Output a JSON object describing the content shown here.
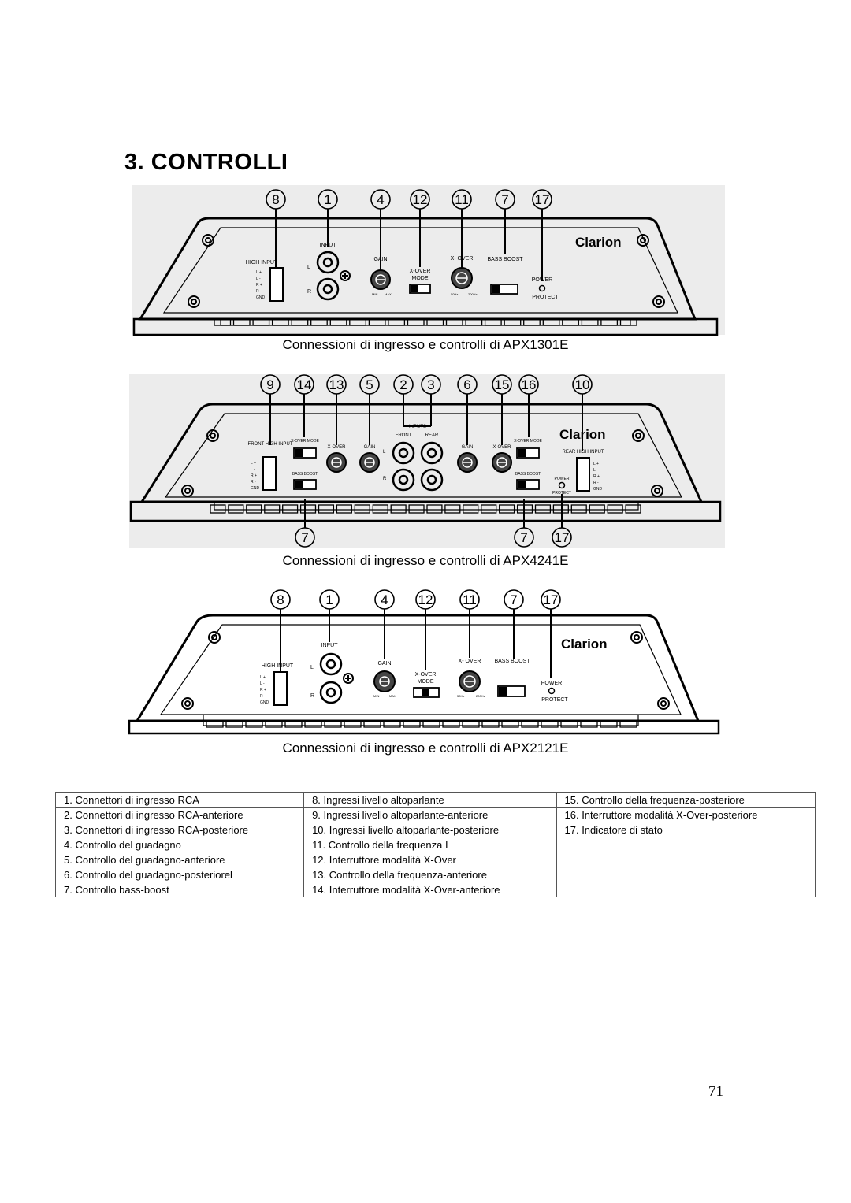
{
  "heading": "3. CONTROLLI",
  "diagrams": [
    {
      "callouts": [
        "8",
        "1",
        "4",
        "12",
        "11",
        "7",
        "17"
      ],
      "labels": {
        "high_input": "HIGH INPUT",
        "input": "INPUT",
        "gain": "GAIN",
        "xover_mode": "X-OVER",
        "mode": "MODE",
        "xover": "X- OVER",
        "bass_boost": "BASS BOOST",
        "power": "POWER",
        "protect": "PROTECT",
        "brand": "Clarion",
        "L": "L",
        "R": "R",
        "gain_min": "MIN",
        "gain_max": "MAX",
        "freq_lo": "50Hz",
        "freq_hi": "200Hz",
        "pins": [
          "L +",
          "L -",
          "R +",
          "R -",
          "GND"
        ]
      },
      "caption": "Connessioni di ingresso e controlli di APX1301E"
    },
    {
      "callouts_top": [
        "9",
        "14",
        "13",
        "5",
        "2",
        "3",
        "6",
        "15",
        "16",
        "10"
      ],
      "callouts_bottom": [
        "7",
        "7",
        "17"
      ],
      "labels": {
        "front_high_input": "FRONT HIGH INPUT",
        "xover_mode": "X-OVER MODE",
        "xover": "X-OVER",
        "gain": "GAIN",
        "inputs": "INPUTS",
        "front": "FRONT",
        "rear": "REAR",
        "bass_boost": "BASS BOOST",
        "power": "POWER",
        "protect": "PROTECT",
        "rear_high_input": "REAR HIGH INPUT",
        "brand": "Clarion",
        "L": "L",
        "R": "R",
        "pins": [
          "L +",
          "L -",
          "R +",
          "R -",
          "GND"
        ]
      },
      "caption": "Connessioni di ingresso e controlli di APX4241E"
    },
    {
      "callouts": [
        "8",
        "1",
        "4",
        "12",
        "11",
        "7",
        "17"
      ],
      "labels": {
        "high_input": "HIGH INPUT",
        "input": "INPUT",
        "gain": "GAIN",
        "xover_mode": "X-OVER",
        "mode": "MODE",
        "xover": "X- OVER",
        "bass_boost": "BASS BOOST",
        "power": "POWER",
        "protect": "PROTECT",
        "brand": "Clarion",
        "L": "L",
        "R": "R",
        "gain_min": "MIN",
        "gain_max": "MAX",
        "freq_lo": "50Hz",
        "freq_hi": "200Hz",
        "pins": [
          "L +",
          "L -",
          "R +",
          "R -",
          "GND"
        ]
      },
      "caption": "Connessioni di ingresso e controlli di APX2121E"
    }
  ],
  "legend": [
    [
      "1. Connettori di ingresso RCA",
      "8. Ingressi livello altoparlante",
      "15. Controllo della frequenza-posteriore"
    ],
    [
      "2. Connettori di ingresso RCA-anteriore",
      "9. Ingressi livello altoparlante-anteriore",
      "16. Interruttore modalità X-Over-posteriore"
    ],
    [
      "3. Connettori di ingresso RCA-posteriore",
      "10. Ingressi livello altoparlante-posteriore",
      "17. Indicatore di stato"
    ],
    [
      "4. Controllo del guadagno",
      "11. Controllo della frequenza I",
      ""
    ],
    [
      "5. Controllo del guadagno-anteriore",
      "12. Interruttore modalità X-Over",
      ""
    ],
    [
      "6. Controllo del guadagno-posteriorel",
      "13. Controllo della frequenza-anteriore",
      ""
    ],
    [
      "7. Controllo bass-boost",
      "14. Interruttore modalità X-Over-anteriore",
      ""
    ]
  ],
  "page_number": "71"
}
